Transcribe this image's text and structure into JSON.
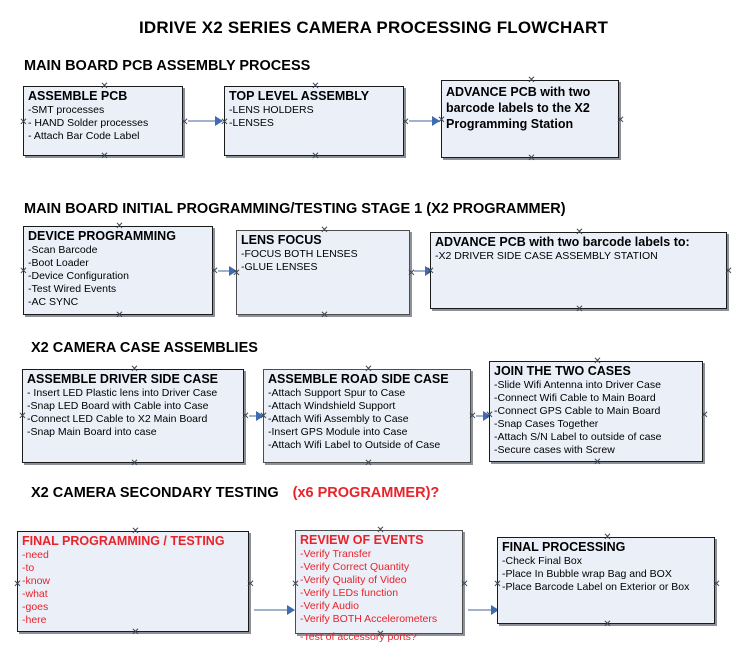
{
  "document": {
    "title": "IDRIVE X2  SERIES CAMERA PROCESSING FLOWCHART"
  },
  "colors": {
    "node_fill": "#eaeff8",
    "node_border": "#1a1a1a",
    "connector": "#9fb4cc",
    "arrow_head": "#3f6cb0",
    "accent_red": "#e8232a",
    "text": "#000000",
    "background": "#ffffff"
  },
  "sections": [
    {
      "id": "main-board-pcb-assembly",
      "heading": "MAIN BOARD PCB ASSEMBLY PROCESS",
      "heading_accent": "",
      "nodes": [
        {
          "id": "assemble-pcb",
          "title": "ASSEMBLE PCB",
          "items": [
            "-SMT processes",
            "- HAND Solder processes",
            "- Attach Bar Code Label"
          ]
        },
        {
          "id": "top-level-assembly",
          "title": "TOP LEVEL ASSEMBLY",
          "items": [
            "-LENS HOLDERS",
            "-LENSES"
          ]
        },
        {
          "id": "advance-pcb-to-programming-station",
          "title": "ADVANCE PCB with two barcode labels to the  X2 Programming Station",
          "items": []
        }
      ]
    },
    {
      "id": "main-board-initial-programming",
      "heading": "MAIN BOARD INITIAL PROGRAMMING/TESTING STAGE 1 (X2 PROGRAMMER)",
      "heading_accent": "",
      "nodes": [
        {
          "id": "device-programming",
          "title": "DEVICE PROGRAMMING",
          "items": [
            "-Scan Barcode",
            "-Boot Loader",
            "-Device Configuration",
            "-Test Wired Events",
            "-AC SYNC"
          ]
        },
        {
          "id": "lens-focus",
          "title": "LENS FOCUS",
          "items": [
            "-FOCUS BOTH LENSES",
            "-GLUE LENSES"
          ]
        },
        {
          "id": "advance-pcb-to-driver-side-case",
          "title": "ADVANCE PCB with two barcode labels to:",
          "items": [
            "-X2 DRIVER  SIDE  CASE  ASSEMBLY STATION"
          ]
        }
      ]
    },
    {
      "id": "x2-camera-case-assemblies",
      "heading": "X2 CAMERA CASE ASSEMBLIES",
      "heading_accent": "",
      "nodes": [
        {
          "id": "assemble-driver-side-case",
          "title": "ASSEMBLE DRIVER SIDE CASE",
          "items": [
            "- Insert LED Plastic lens into Driver Case",
            "-Snap LED Board with Cable into Case",
            "-Connect LED Cable to X2 Main Board",
            "-Snap Main Board into case"
          ]
        },
        {
          "id": "assemble-road-side-case",
          "title": "ASSEMBLE ROAD SIDE CASE",
          "items": [
            "-Attach Support Spur to Case",
            "-Attach Windshield Support",
            "-Attach Wifi Assembly to Case",
            "-Insert GPS Module into Case",
            "-Attach Wifi Label to Outside of Case"
          ]
        },
        {
          "id": "join-the-two-cases",
          "title": "JOIN THE TWO CASES",
          "items": [
            "-Slide Wifi Antenna into Driver Case",
            "-Connect Wifi Cable to Main Board",
            "-Connect GPS Cable to Main Board",
            "-Snap Cases Together",
            "-Attach S/N Label to outside of case",
            "-Secure cases with Screw"
          ]
        }
      ]
    },
    {
      "id": "x2-camera-secondary-testing",
      "heading": "X2 CAMERA SECONDARY TESTING",
      "heading_accent": "(x6 PROGRAMMER)?",
      "nodes": [
        {
          "id": "final-programming-testing",
          "title": "FINAL PROGRAMMING / TESTING",
          "items": [
            "-need",
            "-to",
            "-know",
            "-what",
            "-goes",
            "-here"
          ]
        },
        {
          "id": "review-of-events",
          "title": "REVIEW OF EVENTS",
          "items": [
            "-Verify Transfer",
            "-Verify Correct Quantity",
            "-Verify Quality of Video",
            "-Verify LEDs function",
            "-Verify Audio",
            "-Verify BOTH Accelerometers"
          ],
          "overflow_item": "-Test of accessory ports?"
        },
        {
          "id": "final-processing",
          "title": "FINAL PROCESSING",
          "items": [
            " -Check Final Box",
            "-Place In Bubble wrap Bag and BOX",
            "-Place Barcode Label on Exterior or Box"
          ]
        }
      ]
    }
  ],
  "connectors": [
    {
      "id": "conn-assemble-pcb-to-top-level",
      "from": "assemble-pcb",
      "to": "top-level-assembly"
    },
    {
      "id": "conn-top-level-to-advance-pcb",
      "from": "top-level-assembly",
      "to": "advance-pcb-to-programming-station"
    },
    {
      "id": "conn-device-programming-to-lens-focus",
      "from": "device-programming",
      "to": "lens-focus"
    },
    {
      "id": "conn-lens-focus-to-advance-pcb",
      "from": "lens-focus",
      "to": "advance-pcb-to-driver-side-case"
    },
    {
      "id": "conn-driver-case-to-road-case",
      "from": "assemble-driver-side-case",
      "to": "assemble-road-side-case"
    },
    {
      "id": "conn-road-case-to-join-cases",
      "from": "assemble-road-side-case",
      "to": "join-the-two-cases"
    },
    {
      "id": "conn-final-programming-to-review",
      "from": "final-programming-testing",
      "to": "review-of-events"
    },
    {
      "id": "conn-review-to-final-processing",
      "from": "review-of-events",
      "to": "final-processing"
    }
  ]
}
